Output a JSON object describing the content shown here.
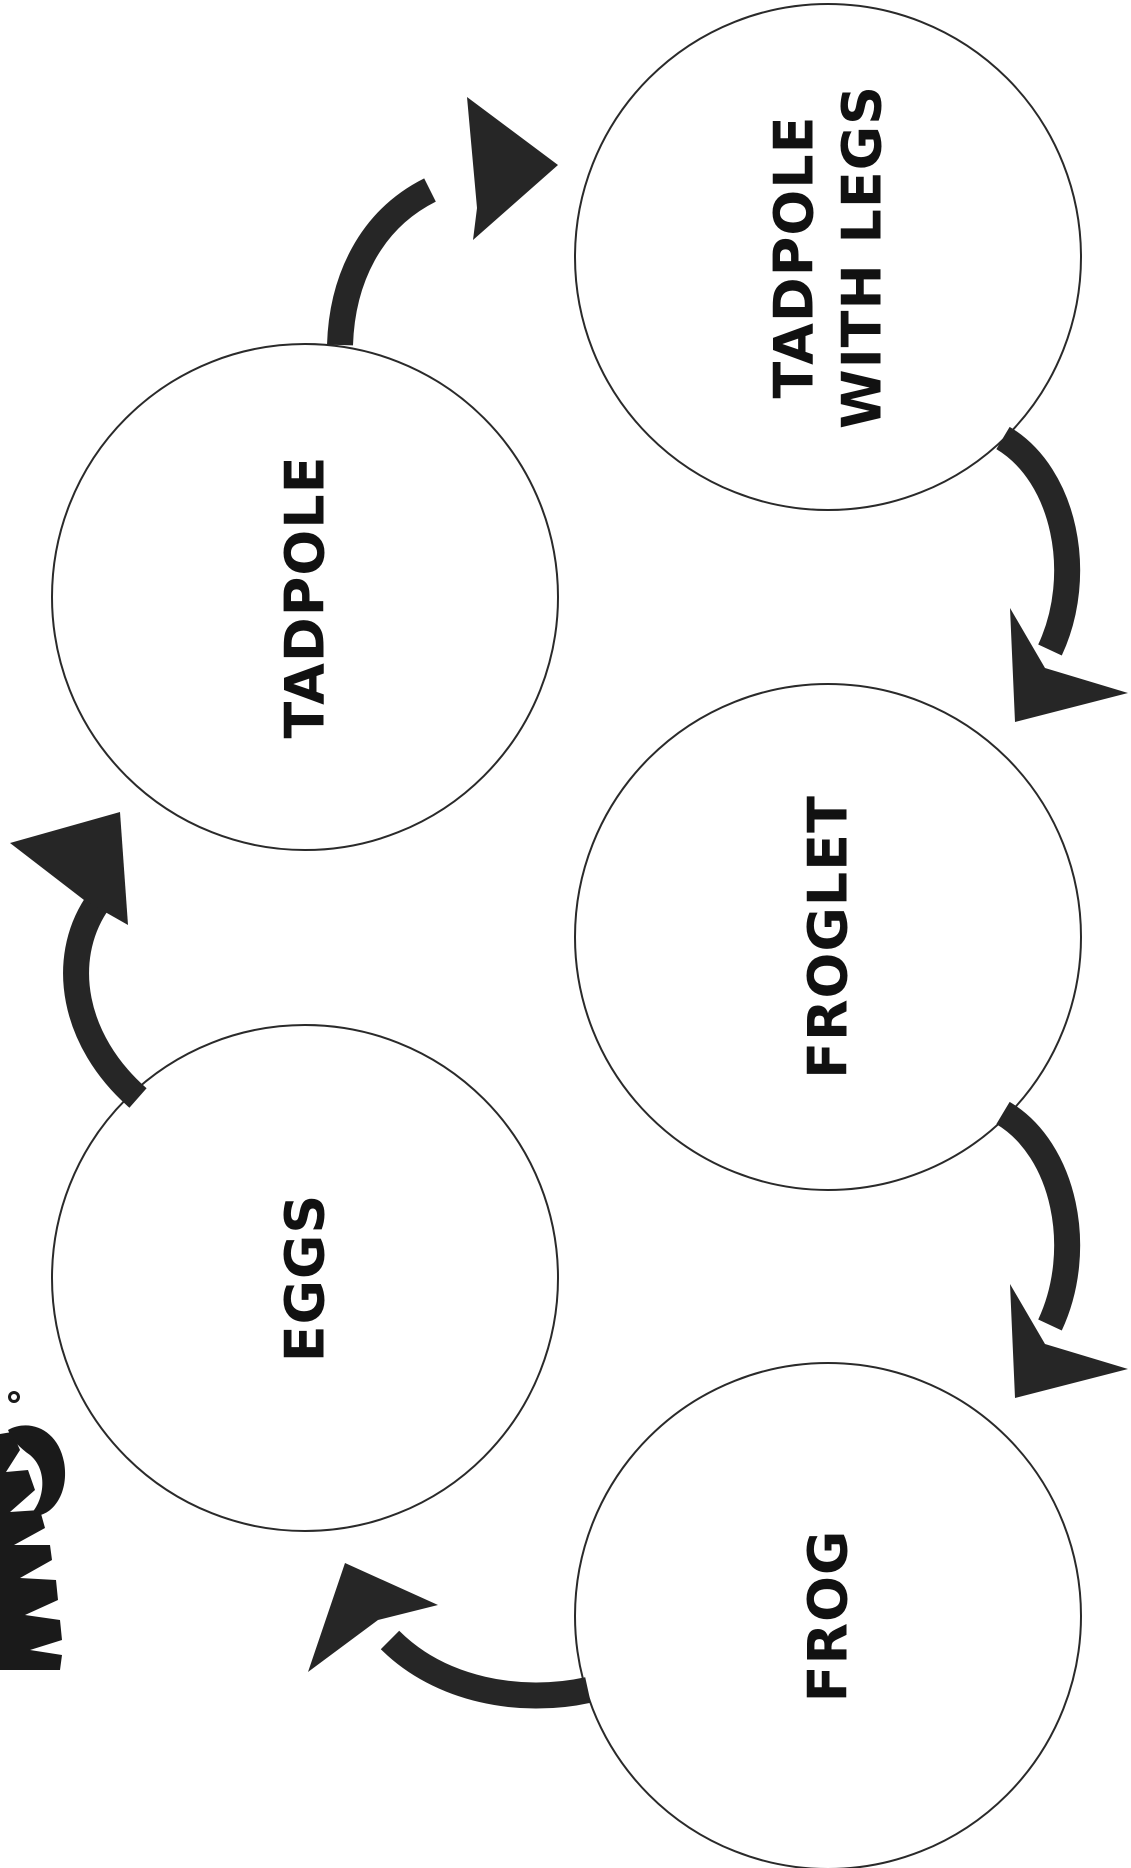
{
  "diagram": {
    "stages": [
      {
        "id": "eggs",
        "label": "EGGS"
      },
      {
        "id": "tadpole",
        "label": "TADPOLE"
      },
      {
        "id": "tadpole-with-legs",
        "label_line1": "TADPOLE",
        "label_line2": "WITH LEGS"
      },
      {
        "id": "froglet",
        "label": "FROGLET"
      },
      {
        "id": "frog",
        "label": "FROG"
      }
    ],
    "arrows": [
      {
        "from": "eggs",
        "to": "tadpole"
      },
      {
        "from": "tadpole",
        "to": "tadpole-with-legs"
      },
      {
        "from": "tadpole-with-legs",
        "to": "froglet"
      },
      {
        "from": "froglet",
        "to": "frog"
      },
      {
        "from": "frog",
        "to": "eggs"
      }
    ],
    "colors": {
      "stroke": "#2a2a2a",
      "arrow": "#262626",
      "text": "#111111",
      "background": "#ffffff"
    },
    "logo": {
      "icon": "brand-logo-icon"
    }
  }
}
